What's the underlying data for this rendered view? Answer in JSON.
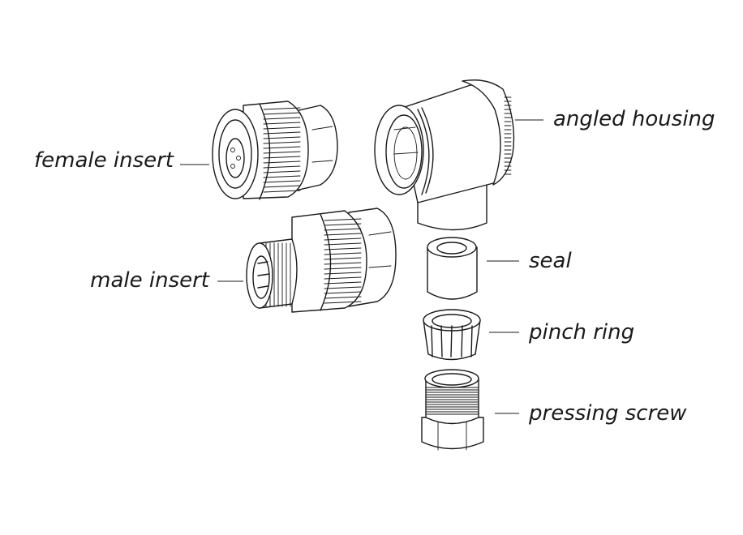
{
  "labels": {
    "female_insert": "female insert",
    "male_insert": "male insert",
    "angled_housing": "angled housing",
    "seal": "seal",
    "pinch_ring": "pinch ring",
    "pressing_screw": "pressing screw"
  },
  "colors": {
    "line": "#1a1a1a",
    "background": "#ffffff"
  }
}
